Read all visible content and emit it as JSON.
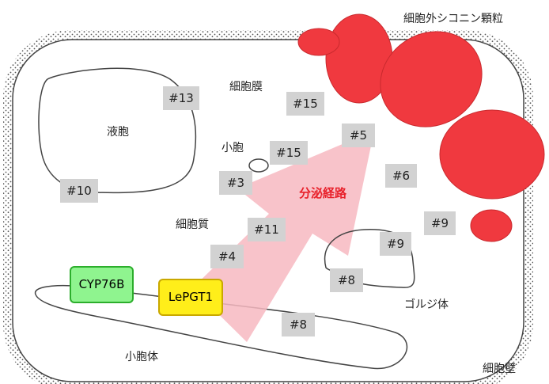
{
  "labels": {
    "secreted_granules": "細胞外シコニン顆粒",
    "plasma_membrane": "細胞膜",
    "vacuole": "液胞",
    "vesicle": "小胞",
    "cytoplasm": "細胞質",
    "golgi": "ゴルジ体",
    "er": "小胞体",
    "cell_wall": "細胞壁",
    "secretory_pathway": "分泌経路"
  },
  "tags": {
    "t13": "#13",
    "t15a": "#15",
    "t15b": "#15",
    "t5": "#5",
    "t6": "#6",
    "t10": "#10",
    "t3": "#3",
    "t11": "#11",
    "t4": "#4",
    "t9a": "#9",
    "t9b": "#9",
    "t8a": "#8",
    "t8b": "#8"
  },
  "genes": {
    "cyp": "CYP76B",
    "lepgt": "LePGT1"
  },
  "colors": {
    "granule": "#f0393f",
    "arrow": "#f7b9c1",
    "pathway_text": "#e8202a",
    "cyp_fill": "#8ff48f",
    "cyp_border": "#2cae2c",
    "lepgt_fill": "#ffee1a",
    "lepgt_border": "#c9a800",
    "tag_fill": "#d2d2d2"
  }
}
